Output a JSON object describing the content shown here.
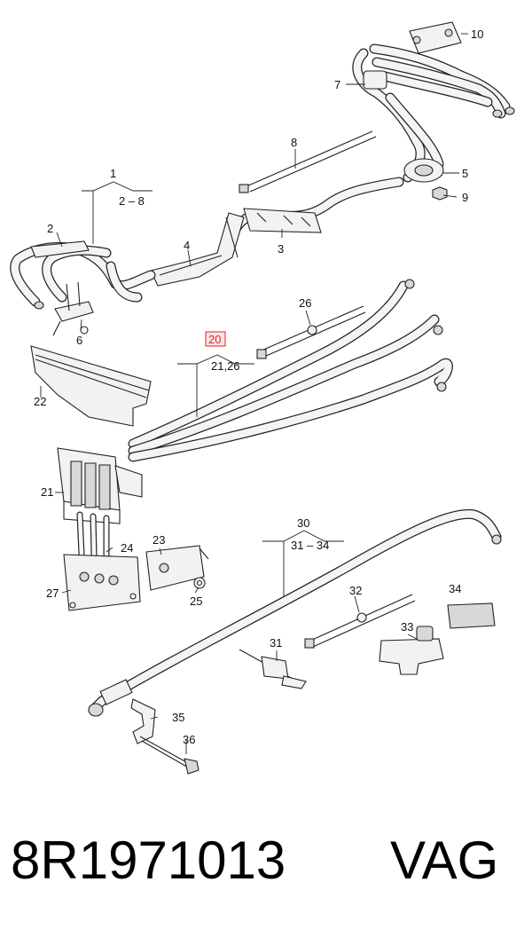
{
  "diagram": {
    "callouts": [
      {
        "id": "c1",
        "text": "1"
      },
      {
        "id": "c1sub",
        "text": "2 – 8"
      },
      {
        "id": "c2",
        "text": "2"
      },
      {
        "id": "c3",
        "text": "3"
      },
      {
        "id": "c4",
        "text": "4"
      },
      {
        "id": "c5",
        "text": "5"
      },
      {
        "id": "c6",
        "text": "6"
      },
      {
        "id": "c7",
        "text": "7"
      },
      {
        "id": "c8",
        "text": "8"
      },
      {
        "id": "c9",
        "text": "9"
      },
      {
        "id": "c10",
        "text": "10"
      },
      {
        "id": "c20",
        "text": "20"
      },
      {
        "id": "c20sub",
        "text": "21,26"
      },
      {
        "id": "c21",
        "text": "21"
      },
      {
        "id": "c22",
        "text": "22"
      },
      {
        "id": "c23",
        "text": "23"
      },
      {
        "id": "c24",
        "text": "24"
      },
      {
        "id": "c25",
        "text": "25"
      },
      {
        "id": "c26",
        "text": "26"
      },
      {
        "id": "c27",
        "text": "27"
      },
      {
        "id": "c30",
        "text": "30"
      },
      {
        "id": "c30sub",
        "text": "31 – 34"
      },
      {
        "id": "c31",
        "text": "31"
      },
      {
        "id": "c32",
        "text": "32"
      },
      {
        "id": "c33",
        "text": "33"
      },
      {
        "id": "c34",
        "text": "34"
      },
      {
        "id": "c35",
        "text": "35"
      },
      {
        "id": "c36",
        "text": "36"
      }
    ],
    "highlight_color": "#d12a2a"
  },
  "footer": {
    "part_number": "8R1971013",
    "brand": "VAG"
  }
}
